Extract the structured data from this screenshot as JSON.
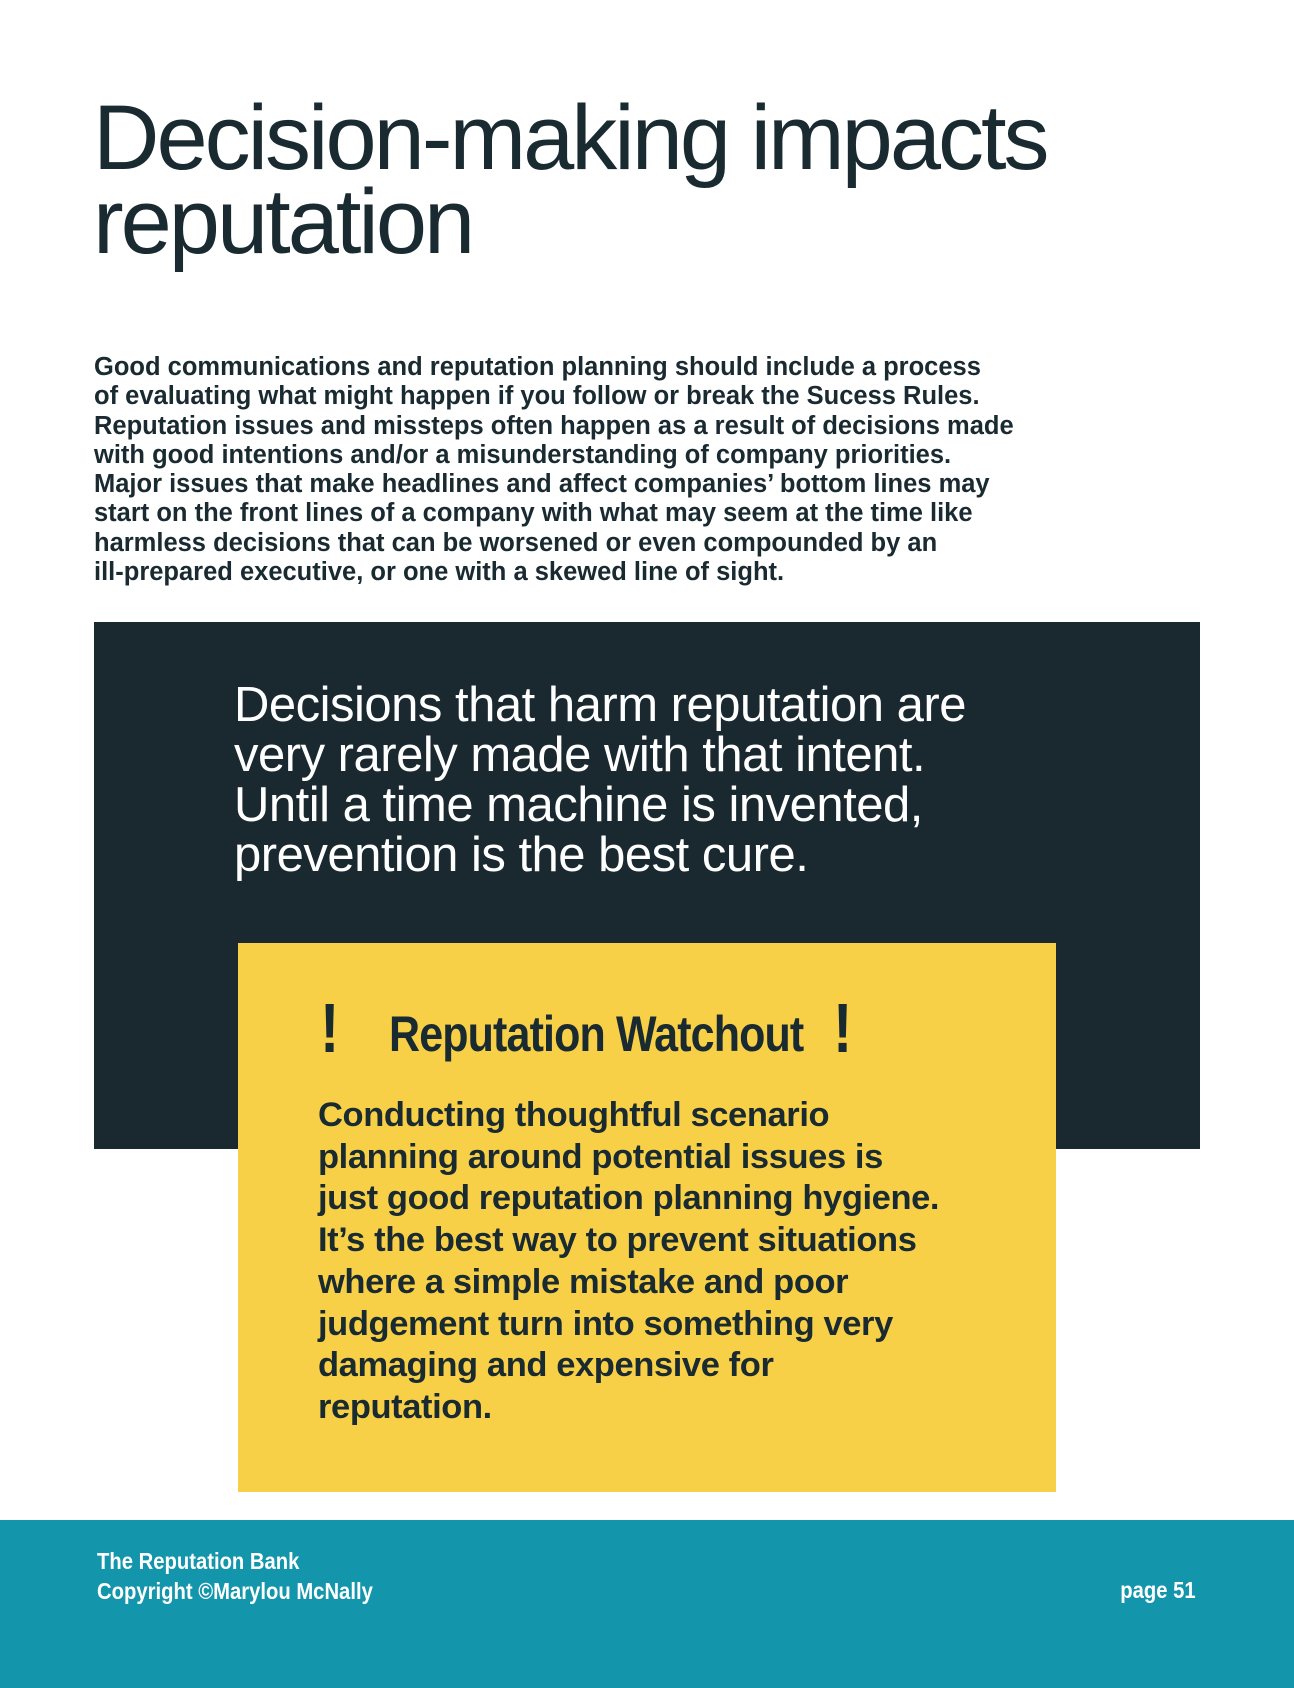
{
  "page": {
    "title": "Decision-making impacts reputation",
    "intro": "Good communications and reputation planning should include a process\nof evaluating what might happen if you follow or break the Sucess Rules.\nReputation issues and missteps often happen as a result of decisions made\nwith good intentions and/or a misunderstanding of company priorities.\nMajor issues that make headlines and affect companies’ bottom lines may\nstart on the front lines of a company with what may seem at the time like\nharmless decisions that can be worsened or even compounded by an\nill-prepared executive, or one with a skewed line of sight."
  },
  "pull_quote": {
    "text": "Decisions that harm reputation are\nvery rarely made with that intent.\nUntil a time machine is invented,\nprevention is the best cure."
  },
  "callout": {
    "bang_left": "!",
    "title": "Reputation Watchout",
    "bang_right": "!",
    "body": "Conducting thoughtful scenario\nplanning around potential issues is\njust good reputation planning hygiene.\nIt’s the best way to prevent situations\nwhere a simple mistake and poor\njudgement turn into something very\ndamaging and expensive for\nreputation.",
    "background_color": "#f8d047"
  },
  "footer": {
    "publication": "The Reputation Bank",
    "copyright": "Copyright ©Marylou McNally",
    "page_number": "page 51",
    "background_color": "#1396ac"
  },
  "colors": {
    "text_dark": "#1a2a31",
    "dark_block": "#19292f"
  }
}
